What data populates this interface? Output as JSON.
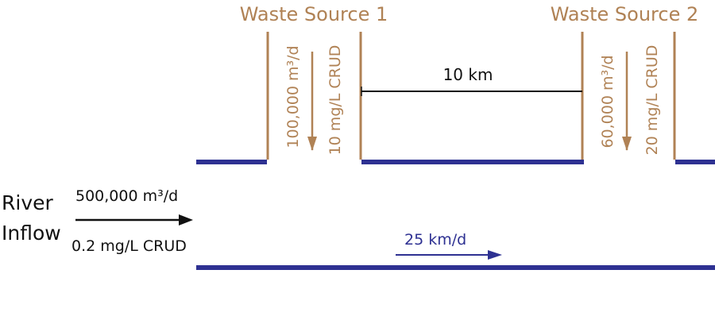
{
  "colors": {
    "waste": "#b08255",
    "river": "#2e3192",
    "text": "#111111"
  },
  "sources": [
    {
      "title": "Waste Source 1",
      "flow": "100,000 m³/d",
      "concentration": "10 mg/L CRUD"
    },
    {
      "title": "Waste Source 2",
      "flow": "60,000 m³/d",
      "concentration": "20 mg/L CRUD"
    }
  ],
  "distance_label": "10 km",
  "inflow": {
    "title_line1": "River",
    "title_line2": "Inflow",
    "flow": "500,000 m³/d",
    "concentration": "0.2 mg/L CRUD"
  },
  "velocity_label": "25 km/d"
}
